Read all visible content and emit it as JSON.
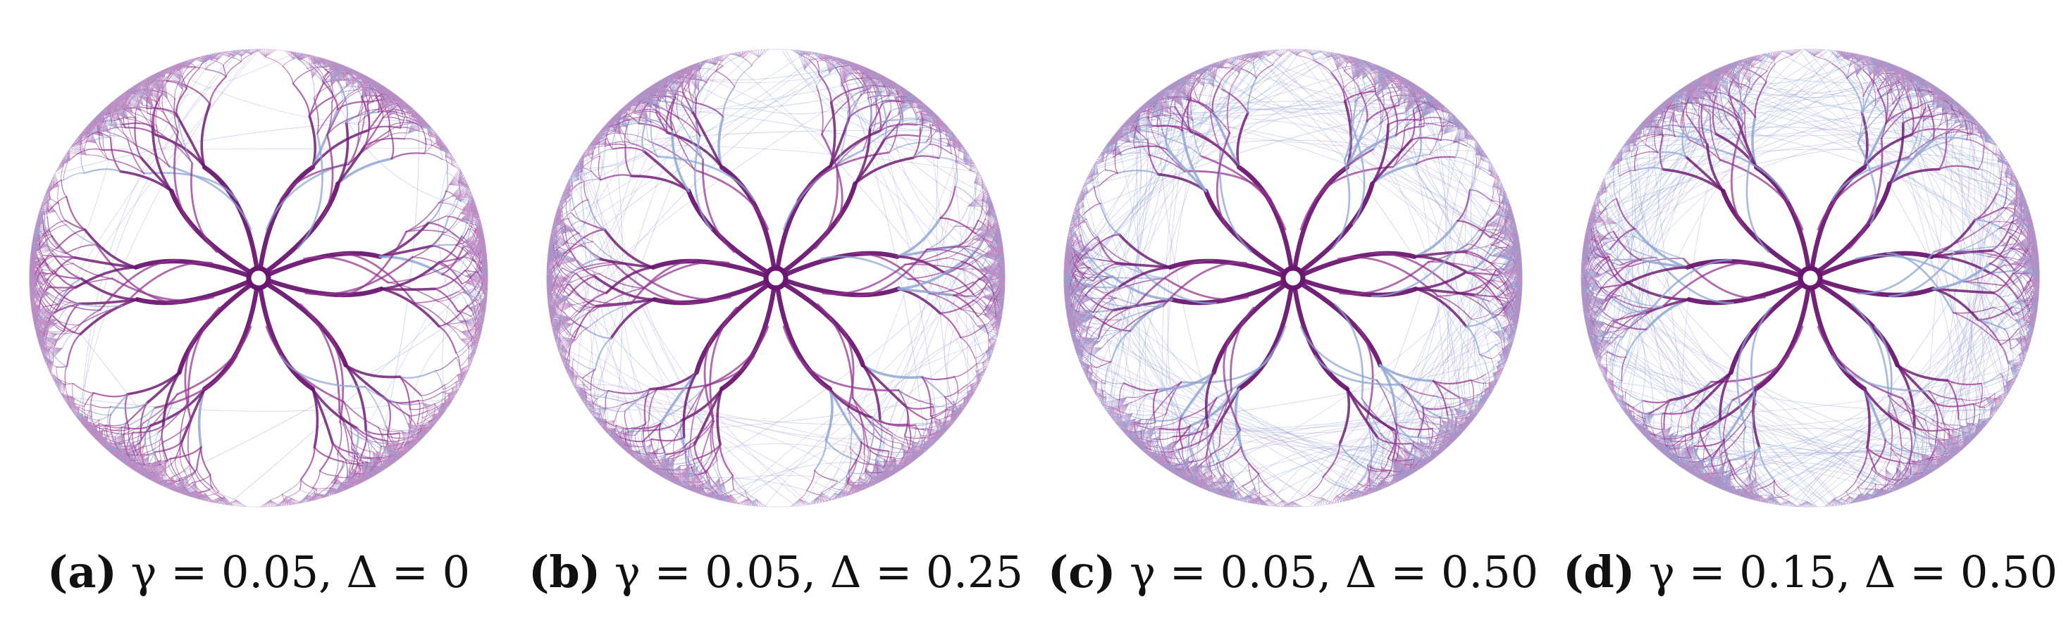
{
  "figure": {
    "colors": {
      "bundle_dark": "#6a1670",
      "bundle_mid": "#93358f",
      "bundle_light": "#c08ac2",
      "edge_blue": "#8ea4d2",
      "edge_lavender": "#b7a3d8"
    },
    "panels": [
      {
        "label": "(a)",
        "text": "γ = 0.05, Δ = 0",
        "gamma": 0.05,
        "delta": 0
      },
      {
        "label": "(b)",
        "text": "γ = 0.05, Δ = 0.25",
        "gamma": 0.05,
        "delta": 0.25
      },
      {
        "label": "(c)",
        "text": "γ = 0.05, Δ = 0.50",
        "gamma": 0.05,
        "delta": 0.5
      },
      {
        "label": "(d)",
        "text": "γ = 0.15, Δ = 0.50",
        "gamma": 0.15,
        "delta": 0.5
      }
    ]
  }
}
